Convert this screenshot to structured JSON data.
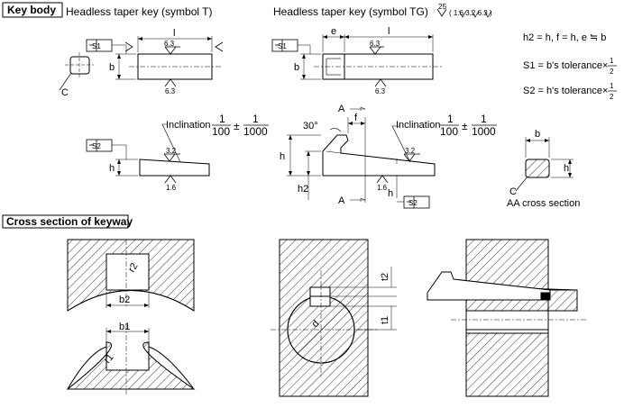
{
  "sections": {
    "key_body": "Key body",
    "cross_section": "Cross section of keyway"
  },
  "headings": {
    "symbol_t": "Headless taper key (symbol T)",
    "symbol_tg": "Headless taper key (symbol TG)"
  },
  "surface_marks": {
    "tg_header_25": "25",
    "tg_header_paren": "( 1.6  3.2  6.3 )",
    "v63": "6.3",
    "v32": "3.2",
    "v16": "1.6"
  },
  "dims": {
    "l": "l",
    "e": "e",
    "b": "b",
    "h": "h",
    "h2": "h2",
    "f": "f",
    "c": "C",
    "a": "A",
    "s1": "S1",
    "s2": "S2",
    "angle": "30°",
    "b1": "b1",
    "b2": "b2",
    "r1": "r1",
    "r2": "r2",
    "t1": "t1",
    "t2": "t2",
    "d": "d"
  },
  "inclination": {
    "label": "Inclination",
    "n1": "1",
    "d1": "100",
    "pm": "±",
    "n2": "1",
    "d2": "1000"
  },
  "formulas": {
    "f1": "h2 = h, f = h, e ≒ b",
    "s1_text": "S1 = b's tolerance×",
    "s2_text": "S2 = h's tolerance×",
    "frac_num": "1",
    "frac_den": "2"
  },
  "aa_label": "AA cross section"
}
